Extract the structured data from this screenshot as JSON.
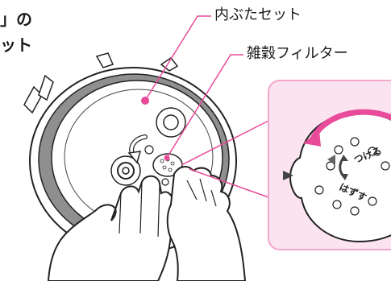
{
  "top_left_text": {
    "line1": "」の",
    "line2": "ット"
  },
  "callouts": {
    "inner_lid_set": "内ぶたセット",
    "grain_filter": "雑穀フィルター"
  },
  "detail_dial": {
    "attach": "つける",
    "detach": "はずす"
  },
  "colors": {
    "callout_line": "#e94b9b",
    "zoom_panel_fill": "#fbe3ef",
    "zoom_panel_border": "#f2a7cc",
    "arrow": "#e94b9b",
    "lid_gray": "#9a9a9a"
  }
}
